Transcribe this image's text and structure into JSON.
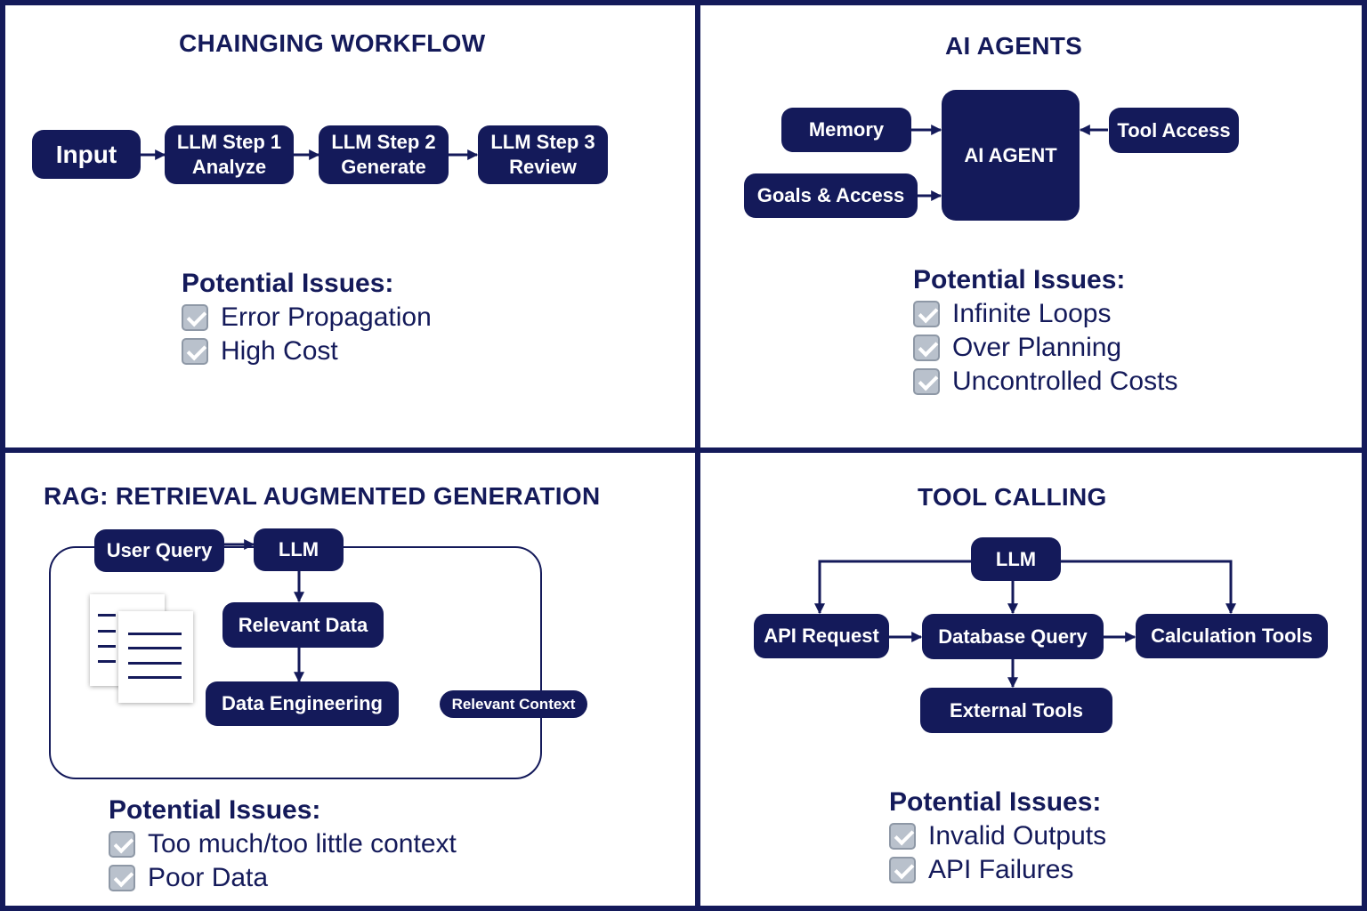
{
  "panels": {
    "chaining": {
      "title": "CHAINGING WORKFLOW",
      "nodes": {
        "input": "Input",
        "step1": "LLM Step 1\nAnalyze",
        "step2": "LLM Step 2\nGenerate",
        "step3": "LLM Step 3\nReview"
      },
      "issues_heading": "Potential Issues:",
      "issues": [
        "Error Propagation",
        "High Cost"
      ]
    },
    "agents": {
      "title": "AI AGENTS",
      "nodes": {
        "memory": "Memory",
        "goals": "Goals & Access",
        "agent": "AI AGENT",
        "tool_access": "Tool Access"
      },
      "issues_heading": "Potential Issues:",
      "issues": [
        "Infinite Loops",
        "Over Planning",
        "Uncontrolled Costs"
      ]
    },
    "rag": {
      "title": "RAG: RETRIEVAL AUGMENTED GENERATION",
      "nodes": {
        "user_query": "User Query",
        "llm": "LLM",
        "relevant_data": "Relevant Data",
        "data_engineering": "Data Engineering",
        "relevant_context": "Relevant Context"
      },
      "issues_heading": "Potential Issues:",
      "issues": [
        "Too much/too little context",
        "Poor Data"
      ]
    },
    "tool_calling": {
      "title": "TOOL CALLING",
      "nodes": {
        "llm": "LLM",
        "api_request": "API Request",
        "database_query": "Database Query",
        "calculation_tools": "Calculation Tools",
        "external_tools": "External Tools"
      },
      "issues_heading": "Potential Issues:",
      "issues": [
        "Invalid Outputs",
        "API Failures"
      ]
    }
  },
  "colors": {
    "navy": "#141a5a",
    "checkbox": "#b9c1cc",
    "background": "#ffffff"
  },
  "icons": {
    "checkbox": "checkbox-checked-icon",
    "documents": "documents-icon"
  }
}
